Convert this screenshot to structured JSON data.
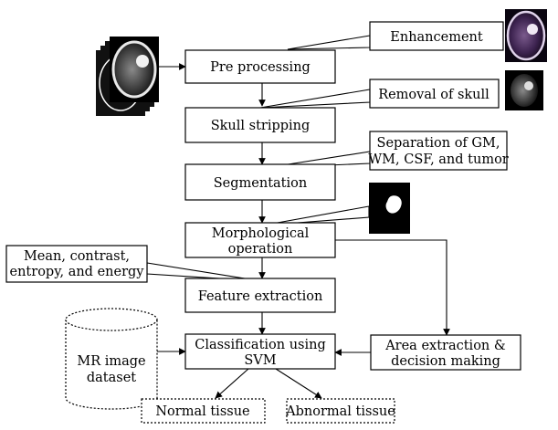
{
  "nodes": {
    "preprocessing": "Pre processing",
    "skull_stripping": "Skull stripping",
    "segmentation": "Segmentation",
    "morphological_line1": "Morphological",
    "morphological_line2": "operation",
    "feature_extraction": "Feature extraction",
    "classification_line1": "Classification using",
    "classification_line2": "SVM",
    "area_line1": "Area extraction &",
    "area_line2": "decision making",
    "dataset_line1": "MR image",
    "dataset_line2": "dataset",
    "normal": "Normal tissue",
    "abnormal": "Abnormal tissue"
  },
  "notes": {
    "enhancement": "Enhancement",
    "removal": "Removal of skull",
    "separation_line1": "Separation of GM,",
    "separation_line2": "WM, CSF, and tumor",
    "features_line1": "Mean, contrast,",
    "features_line2": "entropy, and energy"
  },
  "colors": {
    "stroke": "#000000",
    "background": "#ffffff"
  }
}
